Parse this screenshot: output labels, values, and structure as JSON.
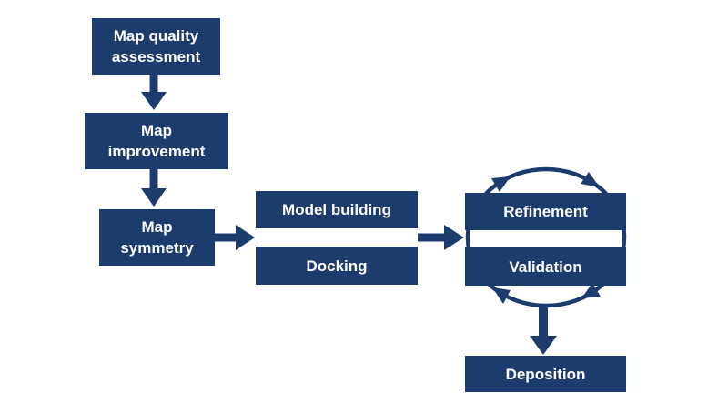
{
  "flowchart": {
    "nodes": {
      "map_quality": {
        "label": "Map quality assessment"
      },
      "map_improvement": {
        "label": "Map improvement"
      },
      "map_symmetry": {
        "label": "Map symmetry"
      },
      "model_building": {
        "label": "Model building"
      },
      "docking": {
        "label": "Docking"
      },
      "refinement": {
        "label": "Refinement"
      },
      "validation": {
        "label": "Validation"
      },
      "deposition": {
        "label": "Deposition"
      }
    },
    "edges": [
      {
        "from": "Map quality assessment",
        "to": "Map improvement",
        "direction": "down"
      },
      {
        "from": "Map improvement",
        "to": "Map symmetry",
        "direction": "down"
      },
      {
        "from": "Map symmetry",
        "to": "Model building / Docking",
        "direction": "right"
      },
      {
        "from": "Model building / Docking",
        "to": "Refinement / Validation",
        "direction": "right"
      },
      {
        "from": "Refinement / Validation cycle",
        "to": "Deposition",
        "direction": "down"
      }
    ],
    "cycle": {
      "around": [
        "Refinement",
        "Validation"
      ],
      "direction": "clockwise",
      "arrowhead_count": 4
    },
    "colors": {
      "node_fill": "#1d3c6e",
      "node_text": "#ffffff",
      "arrow": "#1d3c6e",
      "background": "#ffffff"
    }
  }
}
